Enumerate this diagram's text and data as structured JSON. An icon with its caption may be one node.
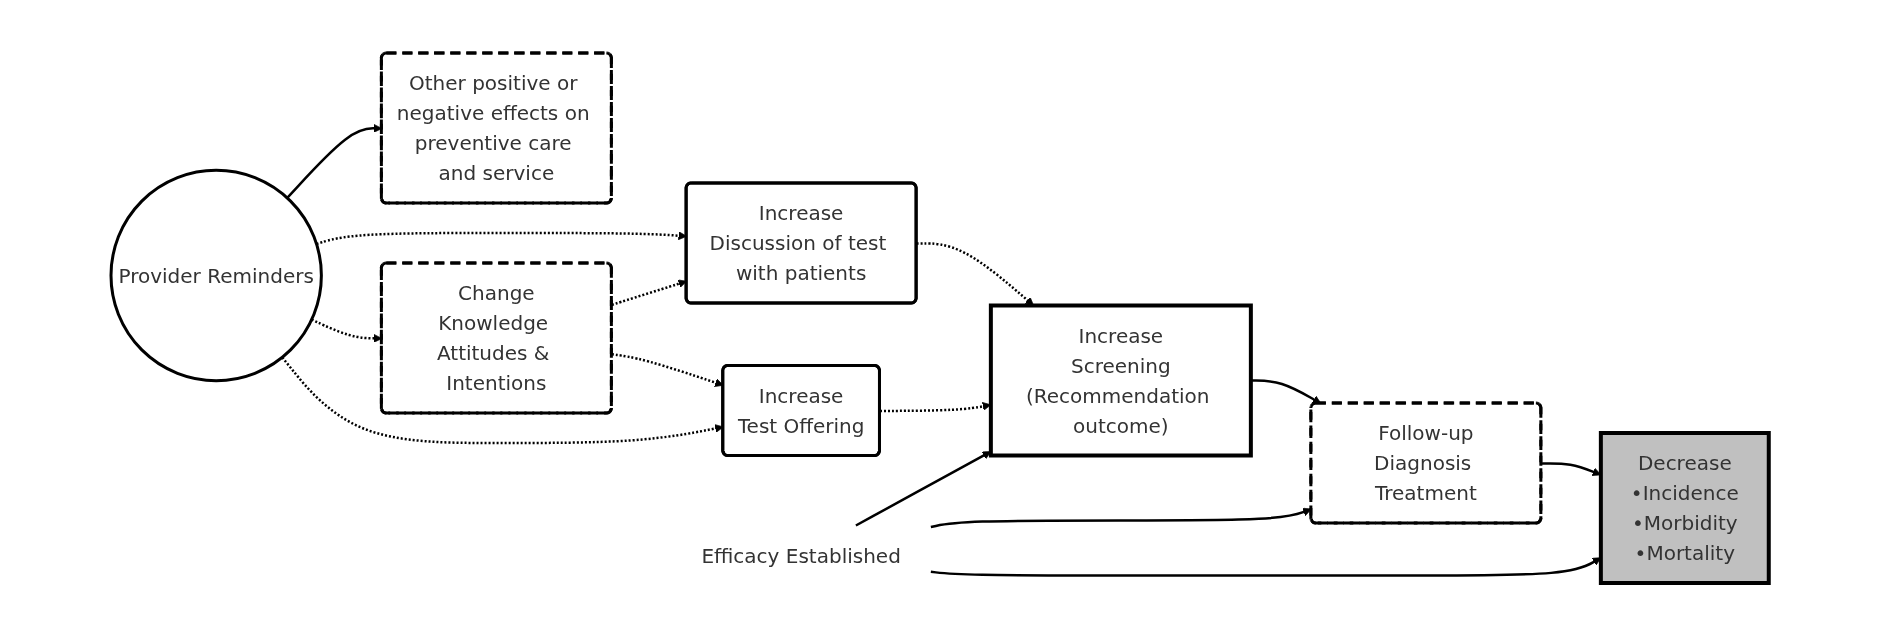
{
  "diagram": {
    "nodes": [
      {
        "text": [
          "Other positive or negative effects on preventive care and service"
        ]
      },
      {
        "text": [
          "Increase",
          "Discussion of test with patients"
        ]
      },
      {
        "text": [
          "Efficacy Established"
        ]
      },
      {
        "text": [
          "Provider Reminders"
        ]
      },
      {
        "text": [
          "Change",
          "Knowledge Attitudes & Intentions"
        ]
      },
      {
        "text": [
          "Increase",
          "Test Offering"
        ]
      },
      {
        "text": [
          "Increase",
          "Screening",
          "(Recommendation outcome)"
        ]
      },
      {
        "text": [
          "Follow-up",
          "Diagnosis Treatment"
        ]
      },
      {
        "text": [
          "Decrease",
          "•Incidence",
          "•Morbidity",
          "•Mortality"
        ]
      }
    ],
    "edges": [
      {
        "from": 3,
        "to": 0,
        "arrow": "to"
      },
      {
        "from": 3,
        "to": 1,
        "arrow": "to",
        "style": "dashed"
      },
      {
        "from": 3,
        "to": 4,
        "arrow": "to",
        "style": "dashed"
      },
      {
        "from": 4,
        "to": 1,
        "arrow": "to",
        "style": "dashed"
      },
      {
        "from": 4,
        "to": 5,
        "arrow": "to",
        "style": "dashed"
      },
      {
        "from": 3,
        "to": 5,
        "arrow": "to",
        "style": "dashed"
      },
      {
        "from": 1,
        "to": 6,
        "arrow": "to",
        "style": "dashed"
      },
      {
        "from": 5,
        "to": 6,
        "arrow": "to",
        "style": "dashed"
      },
      {
        "from": 6,
        "to": 7,
        "arrow": "to"
      },
      {
        "from": 7,
        "to": 8,
        "arrow": "to"
      },
      {
        "from": 2,
        "to": 6,
        "arrow": "to"
      },
      {
        "from": 2,
        "to": 7,
        "arrow": "to"
      },
      {
        "from": 2,
        "to": 8,
        "arrow": "to"
      }
    ]
  }
}
